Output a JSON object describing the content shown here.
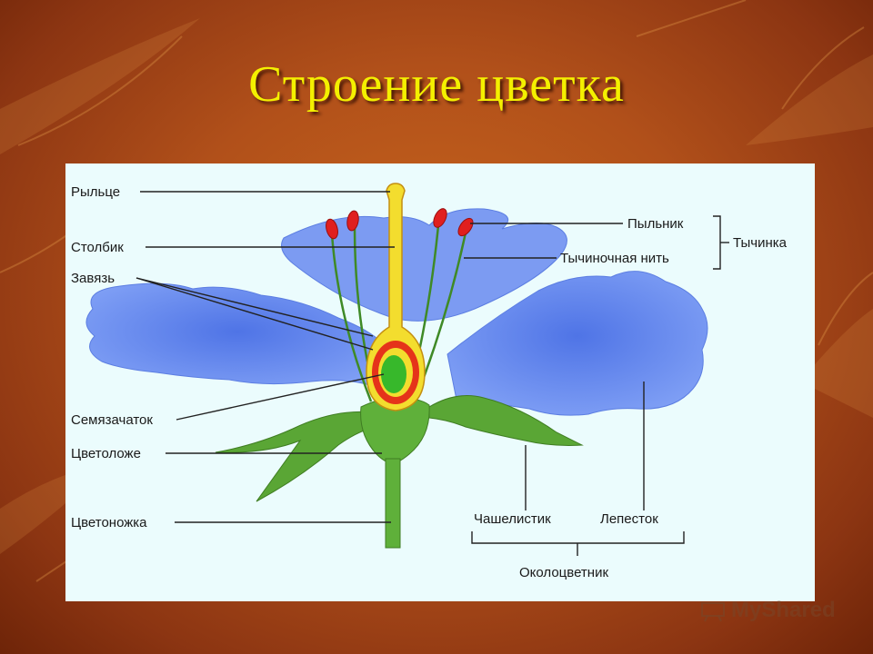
{
  "slide": {
    "title": "Строение цветка"
  },
  "diagram": {
    "labels": {
      "stigma": "Рыльце",
      "style": "Столбик",
      "ovary": "Завязь",
      "ovule": "Семязачаток",
      "receptacle": "Цветоложе",
      "pedicel": "Цветоножка",
      "anther": "Пыльник",
      "filament": "Тычиночная нить",
      "stamen": "Тычинка",
      "sepal": "Чашелистик",
      "petal": "Лепесток",
      "perianth": "Околоцветник"
    }
  },
  "watermark": {
    "text": "MyShared"
  }
}
